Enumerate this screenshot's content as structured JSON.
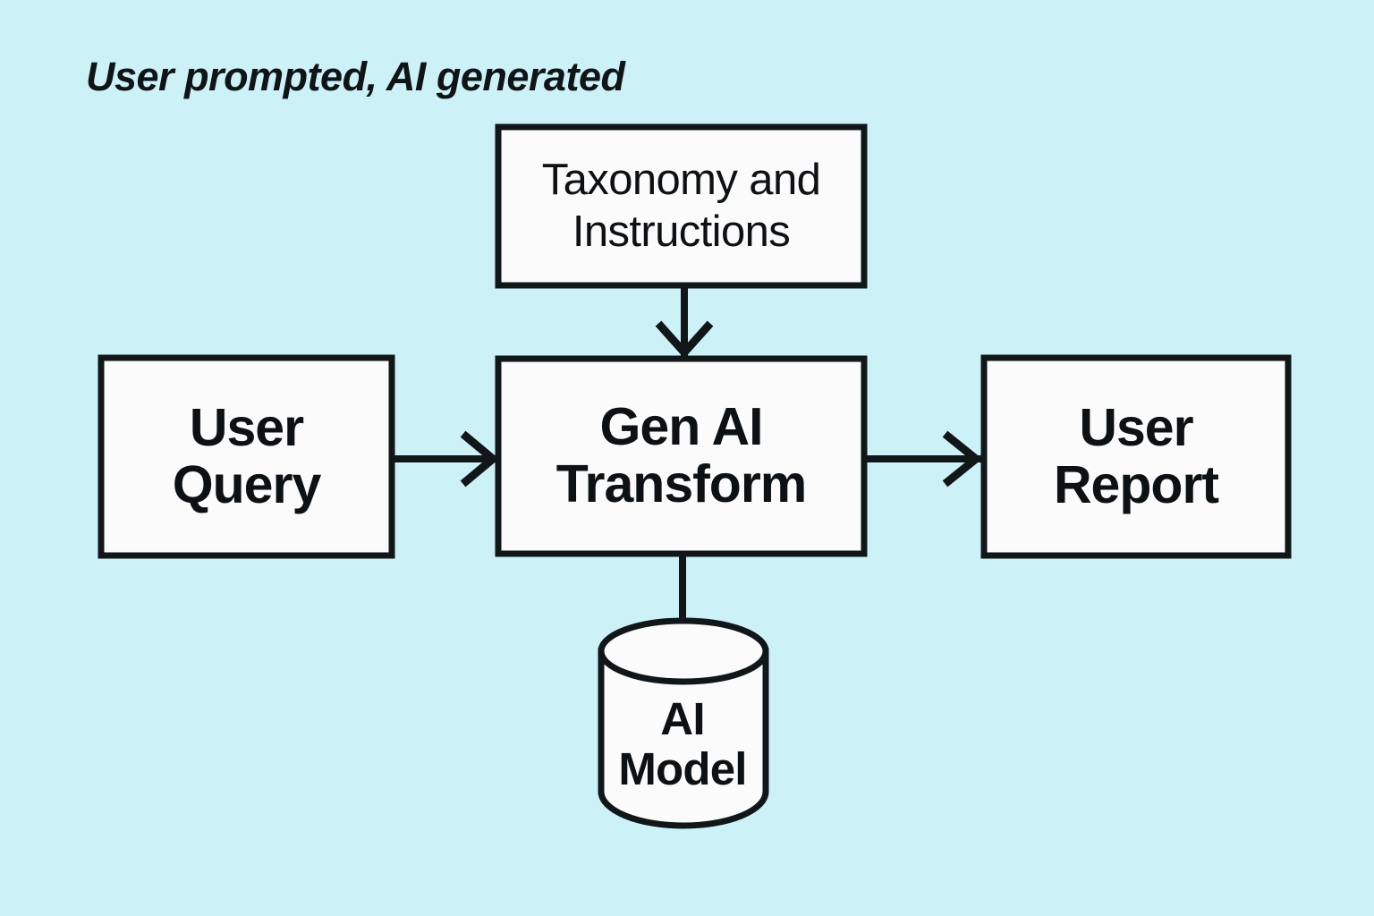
{
  "diagram": {
    "caption": "User prompted, AI generated",
    "background_color": "#ccf2f8",
    "node_fill_color": "#fbfbfb",
    "stroke_color": "#111619",
    "nodes": [
      {
        "id": "taxonomy",
        "shape": "rectangle",
        "lines": [
          "Taxonomy and",
          "Instructions"
        ]
      },
      {
        "id": "user-query",
        "shape": "rectangle",
        "lines": [
          "User",
          "Query"
        ]
      },
      {
        "id": "gen-ai-transform",
        "shape": "rectangle",
        "lines": [
          "Gen AI",
          "Transform"
        ]
      },
      {
        "id": "user-report",
        "shape": "rectangle",
        "lines": [
          "User",
          "Report"
        ]
      },
      {
        "id": "ai-model",
        "shape": "cylinder",
        "lines": [
          "AI",
          "Model"
        ]
      }
    ],
    "connectors": [
      {
        "id": "taxonomy-to-gen-ai",
        "from": "taxonomy",
        "to": "gen-ai-transform",
        "arrow": true,
        "direction": "down"
      },
      {
        "id": "user-query-to-gen-ai",
        "from": "user-query",
        "to": "gen-ai-transform",
        "arrow": true,
        "direction": "right"
      },
      {
        "id": "gen-ai-to-user-report",
        "from": "gen-ai-transform",
        "to": "user-report",
        "arrow": true,
        "direction": "right"
      },
      {
        "id": "gen-ai-to-ai-model",
        "from": "gen-ai-transform",
        "to": "ai-model",
        "arrow": false,
        "direction": "down"
      }
    ]
  }
}
